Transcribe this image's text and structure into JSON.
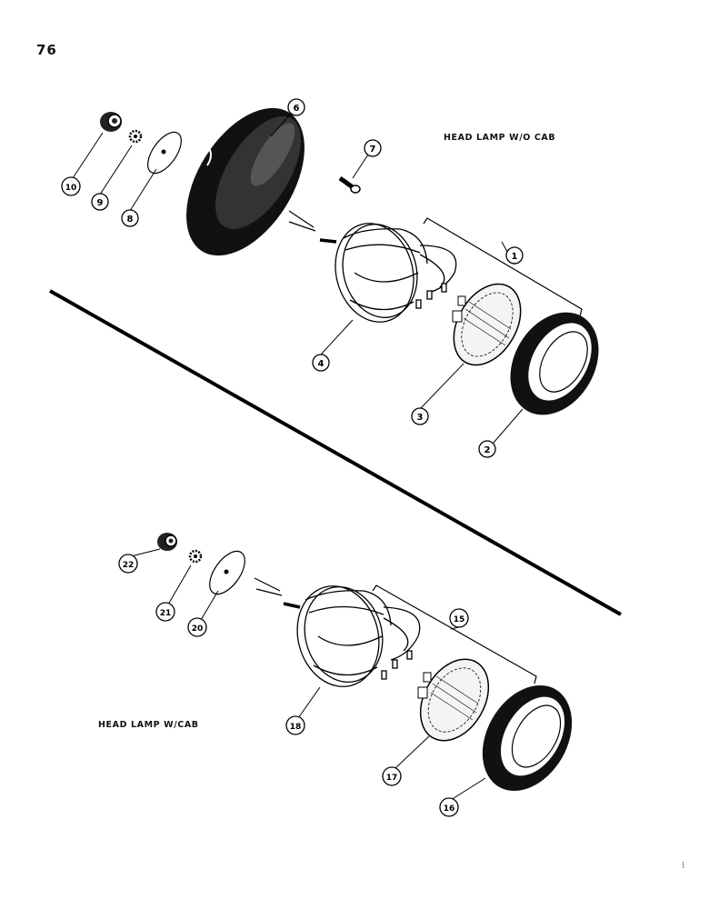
{
  "page": {
    "number": "76",
    "corner_mark": "⁝"
  },
  "sections": {
    "without_cab": {
      "title": "HEAD LAMP W/O CAB"
    },
    "with_cab": {
      "title": "HEAD LAMP W/CAB"
    }
  },
  "callouts": {
    "c1": "1",
    "c2": "2",
    "c3": "3",
    "c4": "4",
    "c6": "6",
    "c7": "7",
    "c8": "8",
    "c9": "9",
    "c10": "10",
    "c15": "15",
    "c16": "16",
    "c17": "17",
    "c18": "18",
    "c20": "20",
    "c21": "21",
    "c22": "22"
  }
}
